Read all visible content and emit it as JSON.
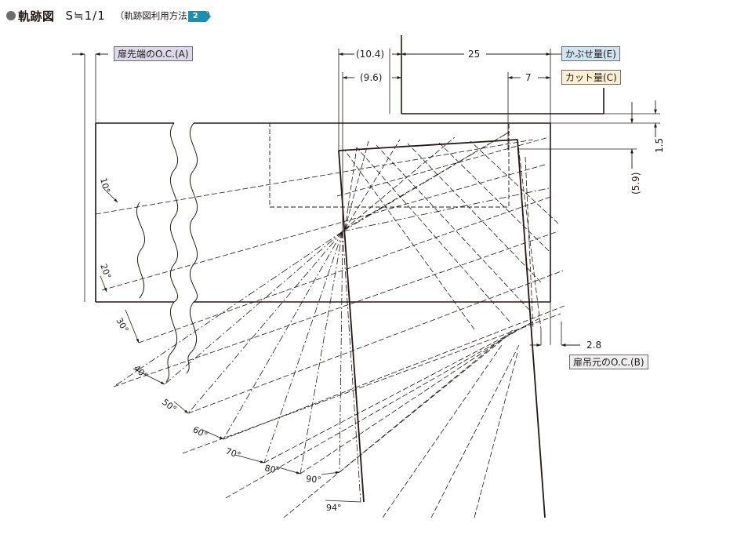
{
  "header": {
    "title": "軌跡図",
    "scale": "S≒1/1",
    "paren_open": "（軌跡図利用方法",
    "ref_number": "2",
    "paren_close": "）"
  },
  "labels": {
    "door_tip_oc": "扉先端のO.C.(A)",
    "overlay": "かぶせ量(E)",
    "cut": "カット量(C)",
    "door_pivot_oc": "扉吊元のO.C.(B)"
  },
  "dimensions": {
    "d_10_4": "(10.4)",
    "d_25": "25",
    "d_9_6": "(9.6)",
    "d_7": "7",
    "d_1_5": "1.5",
    "d_5_9": "(5.9)",
    "d_2_8": "2.8"
  },
  "angles": [
    "10°",
    "20°",
    "30°",
    "40°",
    "50°",
    "60°",
    "70°",
    "80°",
    "90°",
    "94°"
  ]
}
